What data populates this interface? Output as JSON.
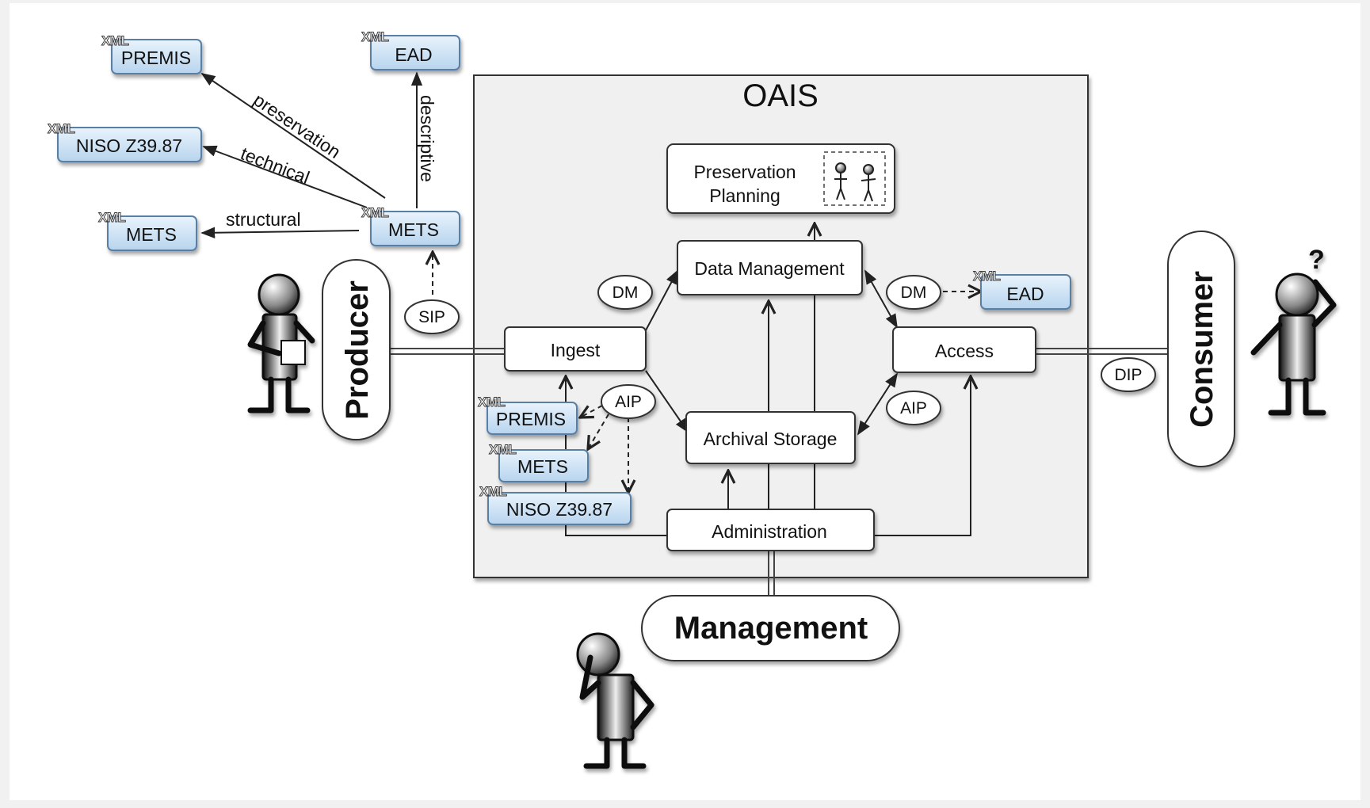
{
  "diagram": {
    "title": "OAIS",
    "functions": {
      "preservation_planning": [
        "Preservation",
        "Planning"
      ],
      "data_management": "Data Management",
      "ingest": "Ingest",
      "access": "Access",
      "archival_storage": "Archival Storage",
      "administration": "Administration"
    },
    "actors": {
      "producer": "Producer",
      "consumer": "Consumer",
      "management": "Management",
      "consumer_question": "?"
    },
    "xml_tag": "XML",
    "documents": {
      "premis_top": "PREMIS",
      "niso_top": "NISO Z39.87",
      "mets_left": "METS",
      "ead_top": "EAD",
      "mets_top": "METS",
      "ead_right": "EAD",
      "premis_bottom": "PREMIS",
      "mets_bottom": "METS",
      "niso_bottom": "NISO Z39.87"
    },
    "packages": {
      "sip": "SIP",
      "dm_left": "DM",
      "dm_right": "DM",
      "aip_left": "AIP",
      "aip_right": "AIP",
      "dip": "DIP"
    },
    "edge_labels": {
      "preservation": "preservation",
      "technical": "technical",
      "structural": "structural",
      "descriptive": "descriptive"
    }
  }
}
